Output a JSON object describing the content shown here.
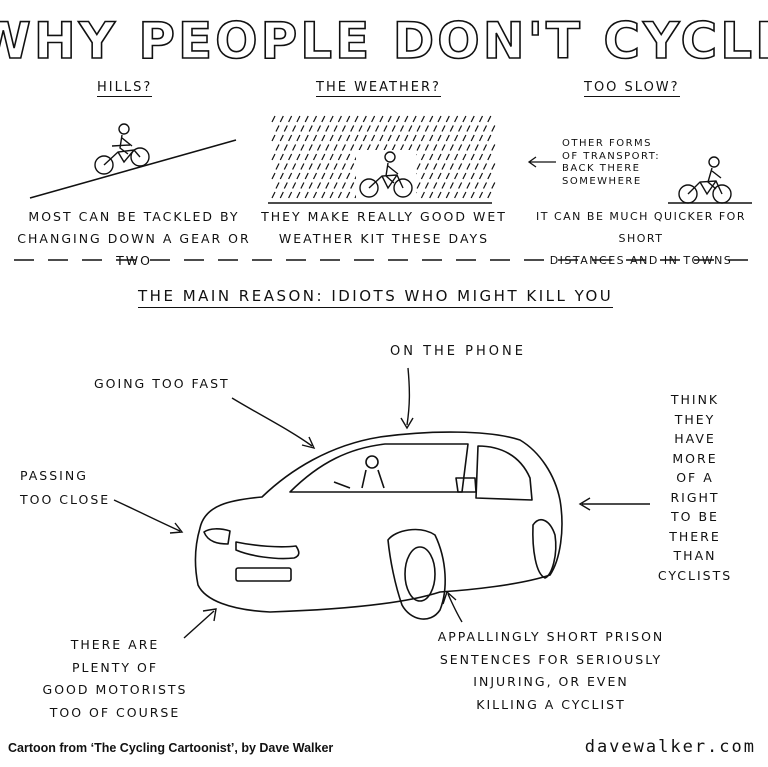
{
  "title": "WHY PEOPLE DON'T CYCLE",
  "panels": [
    {
      "heading": "HILLS?",
      "caption_1": "MOST CAN BE TACKLED BY",
      "caption_2": "CHANGING DOWN A GEAR OR TWO"
    },
    {
      "heading": "THE WEATHER?",
      "caption_1": "THEY MAKE REALLY GOOD WET",
      "caption_2": "WEATHER KIT THESE DAYS"
    },
    {
      "heading": "TOO SLOW?",
      "caption_1": "IT CAN BE MUCH QUICKER FOR SHORT",
      "caption_2": "DISTANCES AND IN TOWNS",
      "note_1": "OTHER FORMS",
      "note_2": "OF TRANSPORT:",
      "note_3": "BACK THERE",
      "note_4": "SOMEWHERE"
    }
  ],
  "main_reason": "THE MAIN REASON: IDIOTS WHO MIGHT KILL YOU",
  "labels": {
    "on_phone": "ON THE PHONE",
    "going_fast": "GOING TOO FAST",
    "passing_1": "PASSING",
    "passing_2": "TOO CLOSE",
    "right_lines": [
      "THINK",
      "THEY",
      "HAVE",
      "MORE",
      "OF A",
      "RIGHT",
      "TO BE",
      "THERE",
      "THAN",
      "CYCLISTS"
    ],
    "good_1": "THERE ARE",
    "good_2": "PLENTY OF",
    "good_3": "GOOD MOTORISTS",
    "good_4": "TOO OF COURSE",
    "prison_1": "APPALLINGLY SHORT PRISON",
    "prison_2": "SENTENCES FOR SERIOUSLY",
    "prison_3": "INJURING, OR EVEN",
    "prison_4": "KILLING A CYCLIST"
  },
  "credit": "Cartoon from ‘The Cycling Cartoonist’, by Dave Walker",
  "site": "davewalker.com"
}
